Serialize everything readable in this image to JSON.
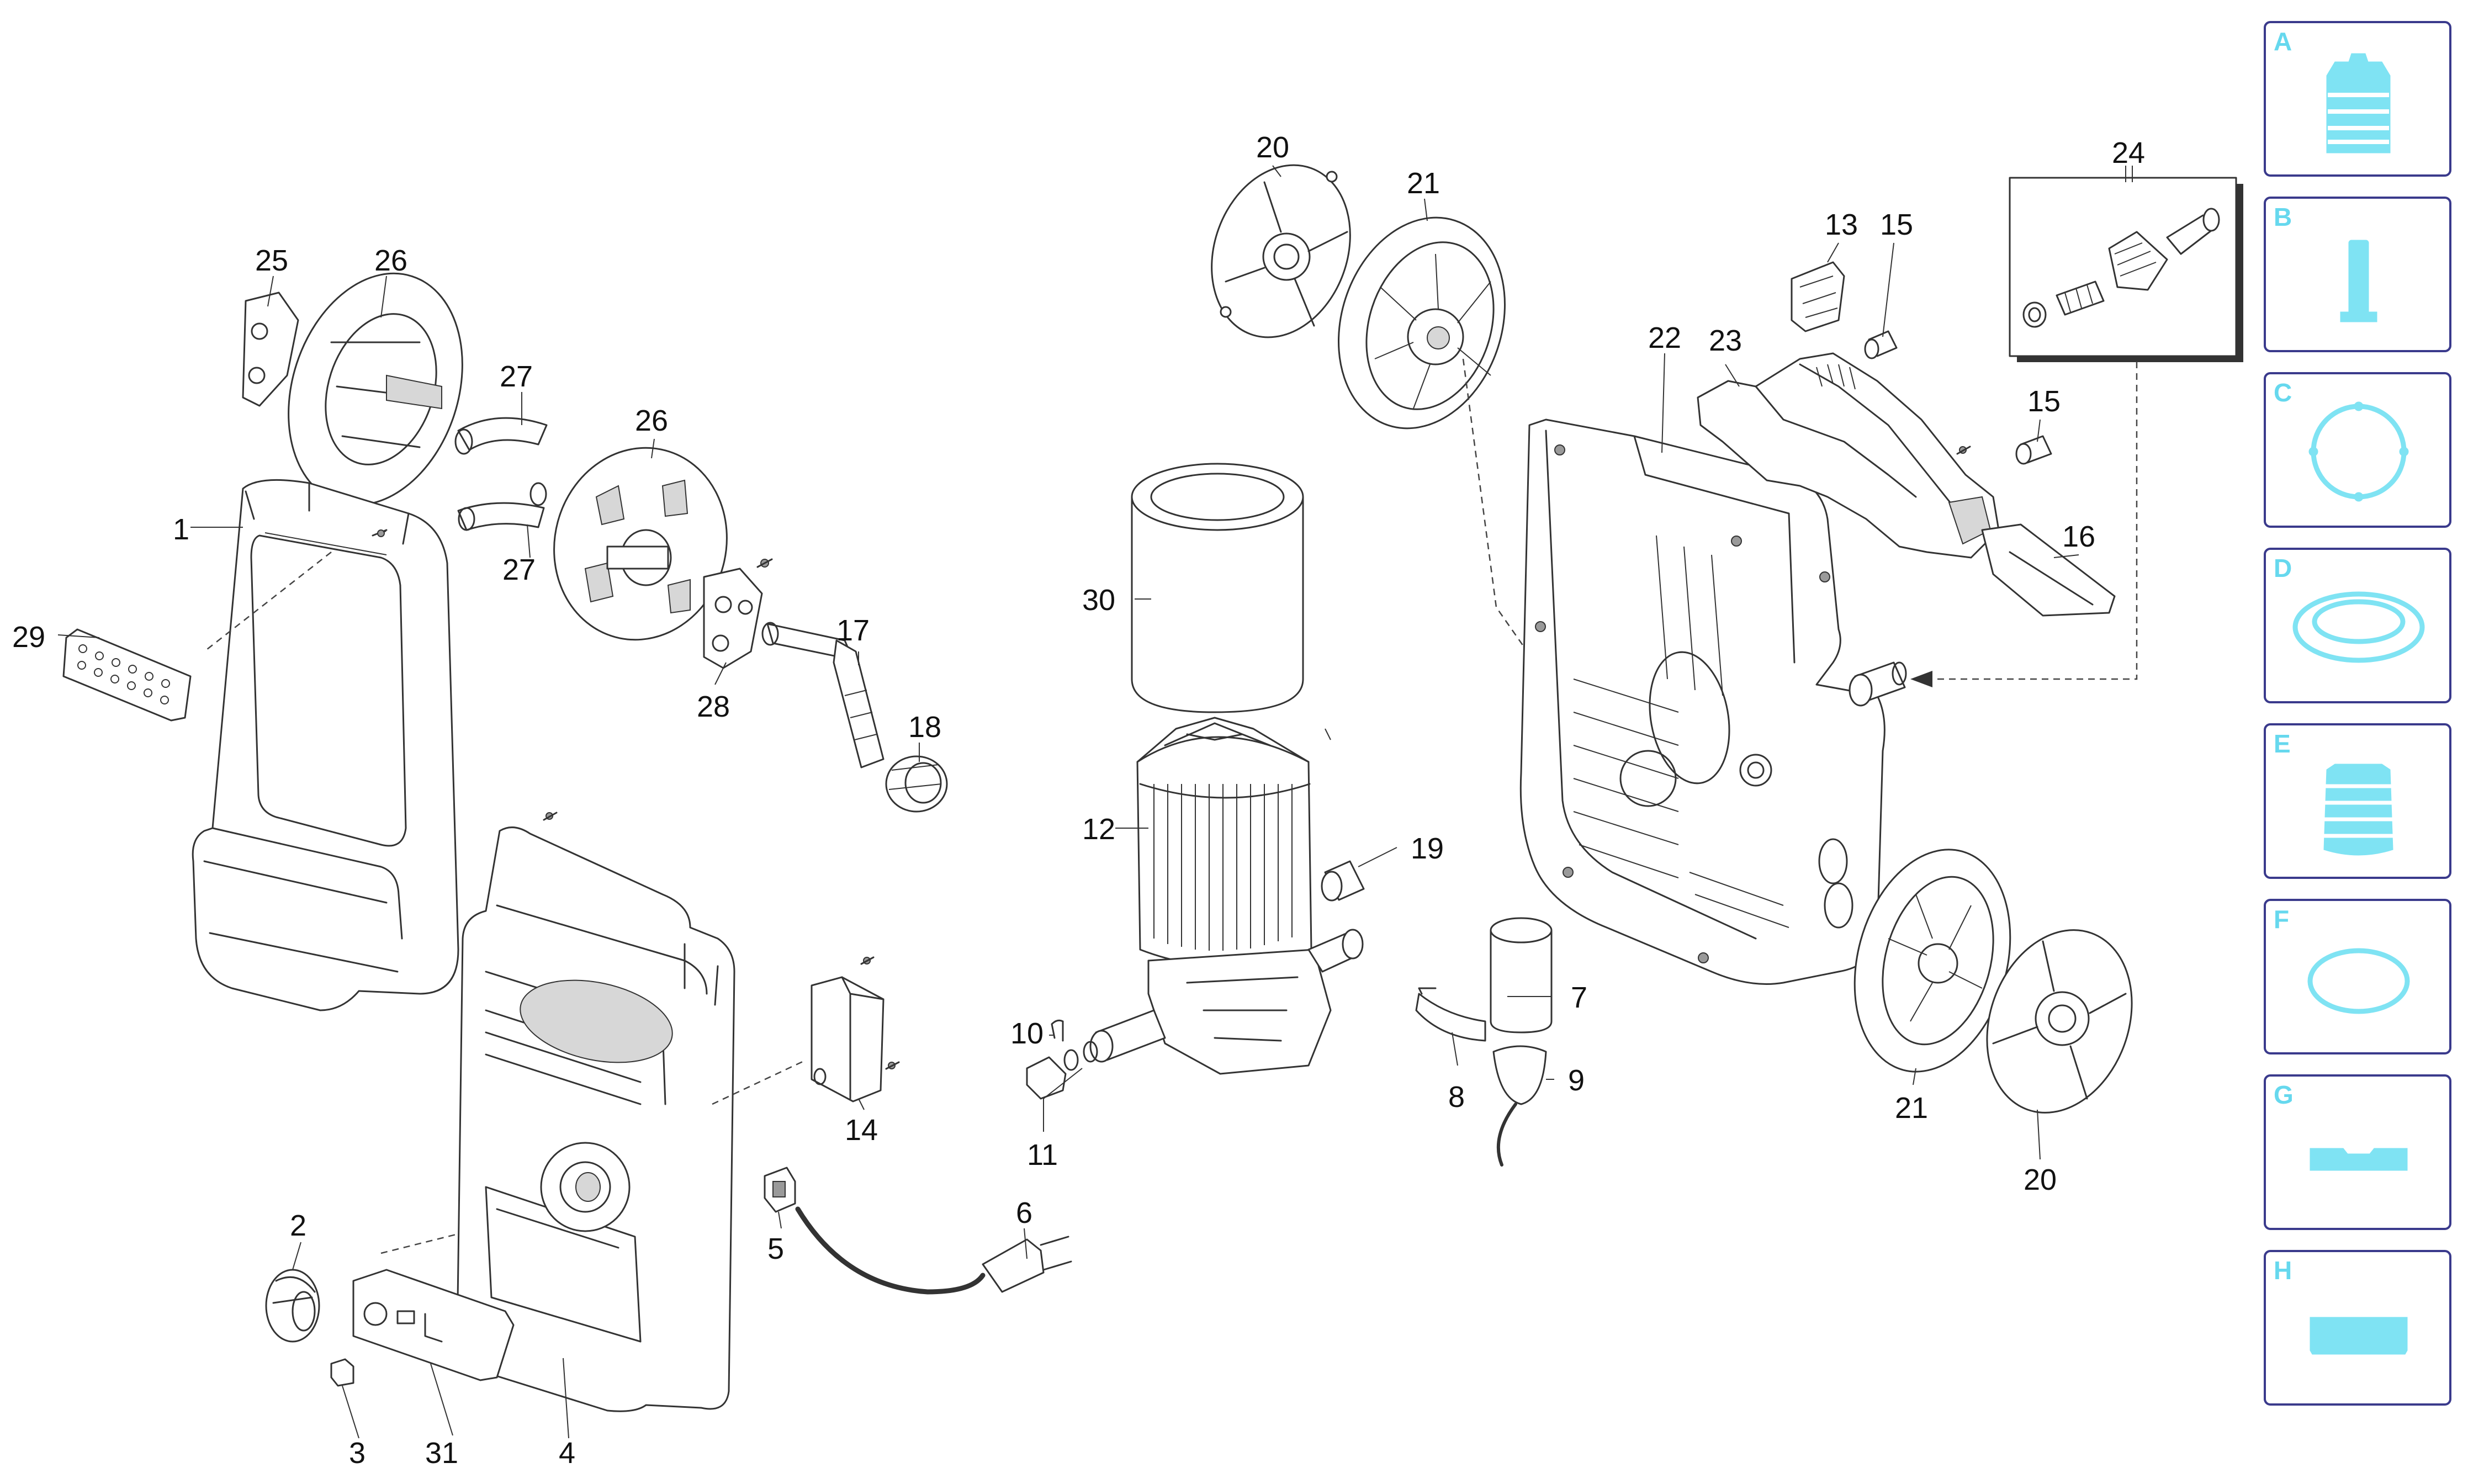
{
  "callouts": {
    "c1": "1",
    "c2": "2",
    "c3": "3",
    "c4": "4",
    "c5": "5",
    "c6": "6",
    "c7": "7",
    "c8": "8",
    "c9": "9",
    "c10": "10",
    "c11": "11",
    "c12": "12",
    "c13": "13",
    "c14": "14",
    "c15a": "15",
    "c15b": "15",
    "c16": "16",
    "c17": "17",
    "c18": "18",
    "c19": "19",
    "c20a": "20",
    "c20b": "20",
    "c21a": "21",
    "c21b": "21",
    "c22": "22",
    "c23": "23",
    "c24": "24",
    "c25": "25",
    "c26a": "26",
    "c26b": "26",
    "c27a": "27",
    "c27b": "27",
    "c28": "28",
    "c29": "29",
    "c30": "30",
    "c31": "31"
  },
  "legend_panels": [
    {
      "letter": "A",
      "icon": "cup-seal-icon"
    },
    {
      "letter": "B",
      "icon": "pin-icon"
    },
    {
      "letter": "C",
      "icon": "ring-bracket-icon"
    },
    {
      "letter": "D",
      "icon": "washer-icon"
    },
    {
      "letter": "E",
      "icon": "bellows-icon"
    },
    {
      "letter": "F",
      "icon": "o-ring-icon"
    },
    {
      "letter": "G",
      "icon": "flat-seal-icon"
    },
    {
      "letter": "H",
      "icon": "block-icon"
    }
  ],
  "colors": {
    "ink": "#333333",
    "panel_border": "#3a3a8c",
    "panel_icon": "#7fe3f3"
  }
}
